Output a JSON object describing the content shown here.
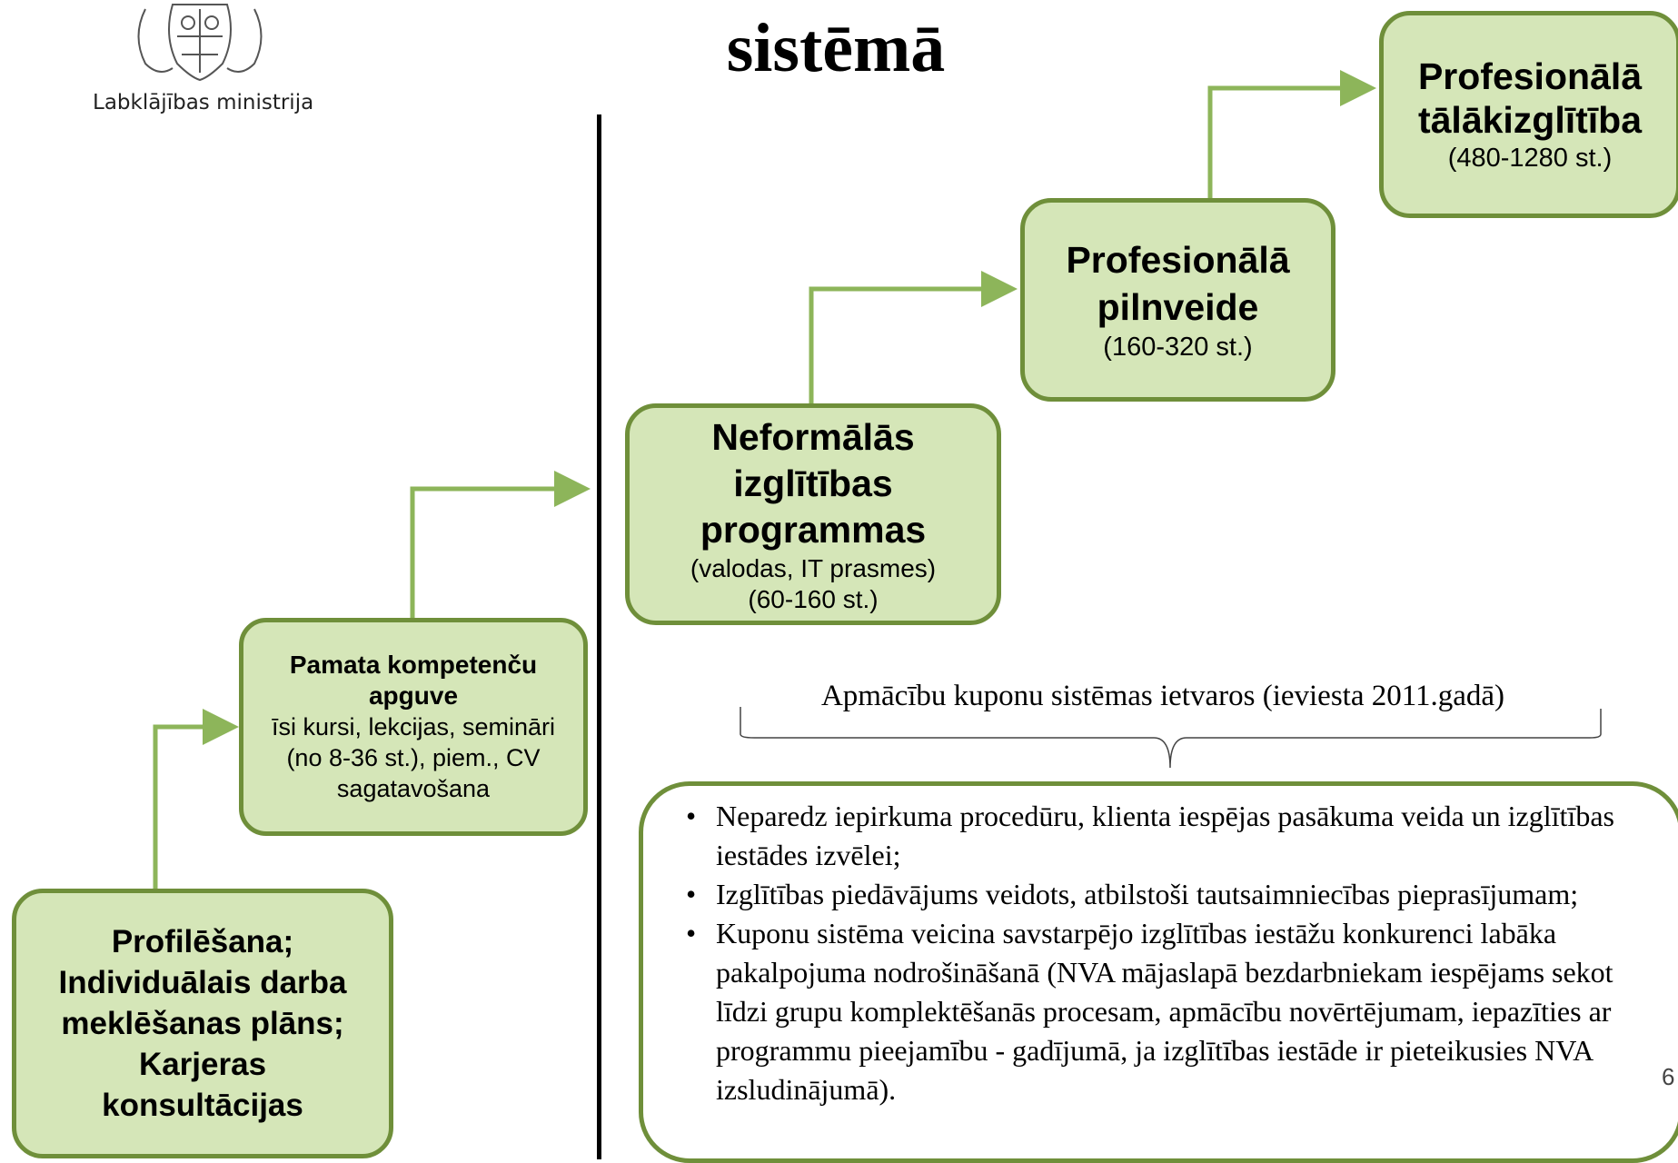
{
  "header": {
    "title": "sistēmā",
    "ministry": "Labklājības ministrija"
  },
  "boxes": {
    "talakizglitiba": {
      "title_line1": "Profesionālā",
      "title_line2": "tālākizglītība",
      "sub": "(480-1280 st.)"
    },
    "pilnveide": {
      "title_line1": "Profesionālā",
      "title_line2": "pilnveide",
      "sub": "(160-320 st.)"
    },
    "neformalas": {
      "title": "Neformālās izglītības programmas",
      "sub1": "(valodas, IT prasmes)",
      "sub2": "(60-160 st.)"
    },
    "pamata": {
      "title": "Pamata kompetenču apguve",
      "sub": "īsi kursi, lekcijas, semināri (no 8-36 st.), piem., CV sagatavošana"
    },
    "profilesana": {
      "line1": "Profilēšana;",
      "line2": "Individuālais darba",
      "line3": "meklēšanas plāns;",
      "line4": "Karjeras",
      "line5": "konsultācijas"
    }
  },
  "bracket": {
    "label": "Apmācību kuponu sistēmas ietvaros (ieviesta 2011.gadā)"
  },
  "info": {
    "bullets": [
      "Neparedz iepirkuma procedūru, klienta iespējas pasākuma veida un izglītības iestādes izvēlei;",
      "Izglītības piedāvājums veidots, atbilstoši tautsaimniecības pieprasījumam;",
      "Kuponu sistēma veicina savstarpējo izglītības iestāžu konkurenci labāka pakalpojuma nodrošināšanā (NVA mājaslapā bezdarbniekam iespējams sekot līdzi grupu komplektēšanās procesam, apmācību novērtējumam, iepazīties ar programmu pieejamību - gadījumā, ja izglītības iestāde ir pieteikusies NVA izsludinājumā)."
    ]
  },
  "page_number": "6",
  "colors": {
    "box_fill": "#d5e6b8",
    "box_border": "#6f8f3a",
    "arrow": "#8db55a"
  }
}
